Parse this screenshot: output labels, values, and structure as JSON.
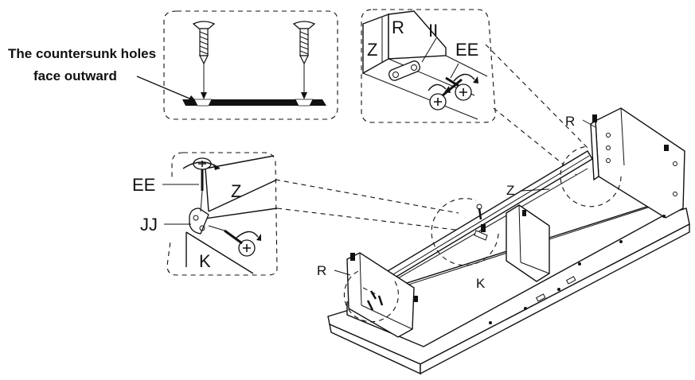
{
  "note": {
    "line1": "The countersunk holes",
    "line2": "face outward"
  },
  "detail_top_right": {
    "label_r": "R",
    "label_z": "Z",
    "label_ii": "II",
    "label_ee": "EE"
  },
  "detail_left": {
    "label_ee": "EE",
    "label_z": "Z",
    "label_jj": "JJ",
    "label_k": "K"
  },
  "main": {
    "label_r_right": "R",
    "label_z": "Z",
    "label_r_left": "R",
    "label_k": "K"
  },
  "icons": [
    "screw-icon",
    "phillips-screw-icon",
    "rotation-arrow-icon",
    "bracket-icon"
  ]
}
